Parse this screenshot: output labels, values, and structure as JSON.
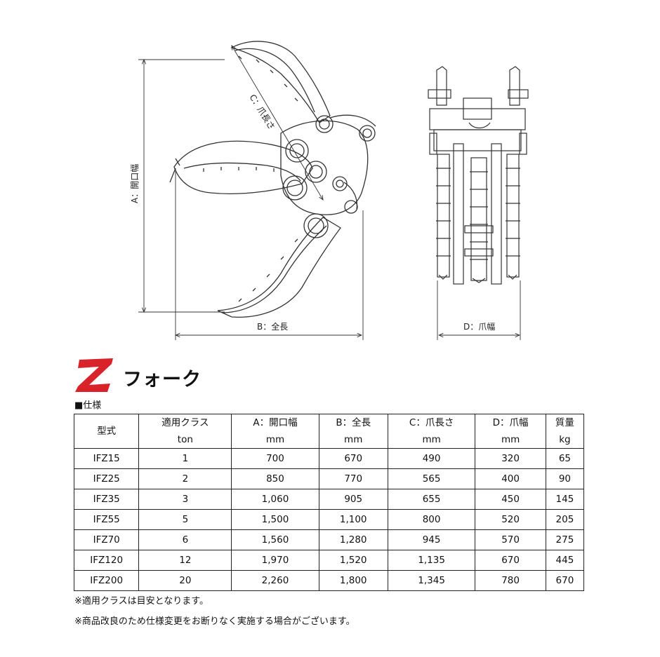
{
  "diagram": {
    "label_a": "A：開口幅",
    "label_b": "B：全長",
    "label_c": "C：爪長さ",
    "label_d": "D：爪幅"
  },
  "brand": {
    "logo_letter": "Z",
    "logo_color": "#d8232a",
    "name": "フォーク"
  },
  "spec_heading": "■仕様",
  "table": {
    "headers": [
      {
        "label": "型式",
        "unit": ""
      },
      {
        "label": "適用クラス",
        "unit": "ton"
      },
      {
        "label": "A：開口幅",
        "unit": "mm"
      },
      {
        "label": "B：全長",
        "unit": "mm"
      },
      {
        "label": "C：爪長さ",
        "unit": "mm"
      },
      {
        "label": "D：爪幅",
        "unit": "mm"
      },
      {
        "label": "質量",
        "unit": "kg"
      }
    ],
    "rows": [
      [
        "IFZ15",
        "1",
        "700",
        "670",
        "490",
        "320",
        "65"
      ],
      [
        "IFZ25",
        "2",
        "850",
        "770",
        "565",
        "400",
        "90"
      ],
      [
        "IFZ35",
        "3",
        "1,060",
        "905",
        "655",
        "450",
        "145"
      ],
      [
        "IFZ55",
        "5",
        "1,500",
        "1,100",
        "800",
        "520",
        "205"
      ],
      [
        "IFZ70",
        "6",
        "1,560",
        "1,280",
        "945",
        "570",
        "275"
      ],
      [
        "IFZ120",
        "12",
        "1,970",
        "1,520",
        "1,135",
        "670",
        "445"
      ],
      [
        "IFZ200",
        "20",
        "2,260",
        "1,800",
        "1,345",
        "780",
        "670"
      ]
    ]
  },
  "notes": [
    "※適用クラスは目安となります。",
    "※商品改良のため仕様変更をお断りなく実施する場合がございます。"
  ]
}
